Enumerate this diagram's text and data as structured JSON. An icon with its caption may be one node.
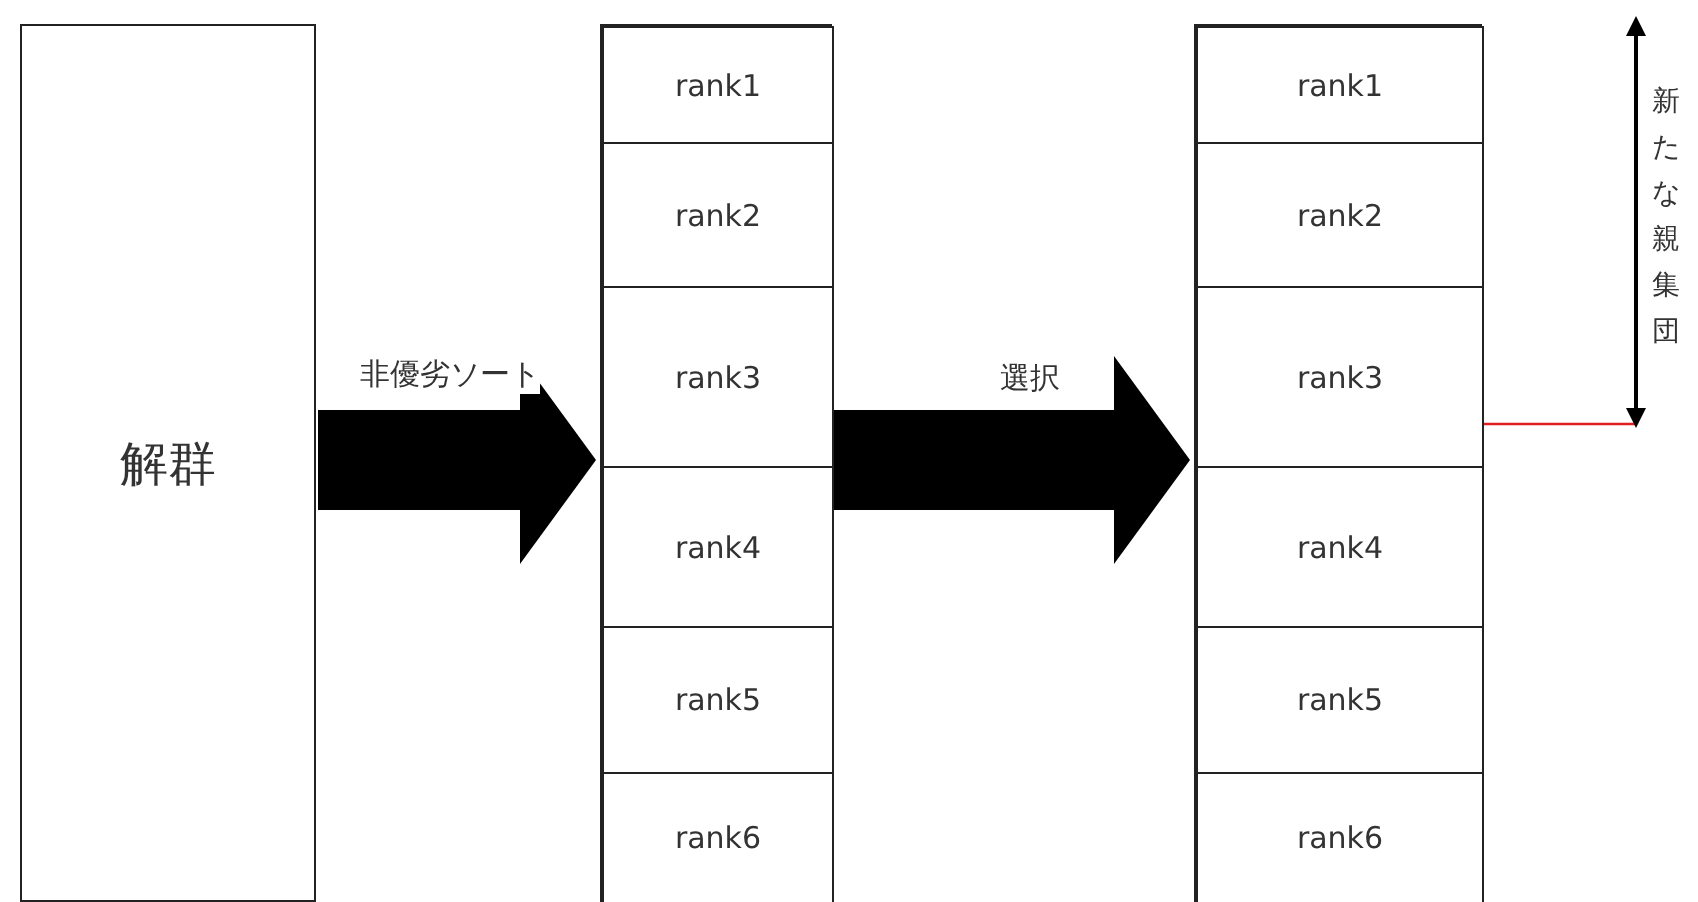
{
  "diagram": {
    "nodes": [
      {
        "text": [
          "解群"
        ]
      },
      {
        "text": [],
        "shape": "box"
      },
      {
        "text": [
          "rank1"
        ],
        "in": 1
      },
      {
        "text": [
          "rank2"
        ],
        "in": 1
      },
      {
        "text": [
          "rank3"
        ],
        "in": 1
      },
      {
        "text": [
          "rank4"
        ],
        "in": 1
      },
      {
        "text": [
          "rank5"
        ],
        "in": 1
      },
      {
        "text": [
          "rank6"
        ],
        "in": 1
      },
      {
        "text": [],
        "shape": "box"
      },
      {
        "text": [
          "rank1"
        ],
        "in": 8
      },
      {
        "text": [
          "rank2"
        ],
        "in": 8
      },
      {
        "text": [
          "rank3"
        ],
        "in": 8
      },
      {
        "text": [
          "rank4"
        ],
        "in": 8
      },
      {
        "text": [
          "rank5"
        ],
        "in": 8
      },
      {
        "text": [
          "rank6"
        ],
        "in": 8
      }
    ],
    "edges": [
      {
        "from": 0,
        "to": 1,
        "arrow": "to",
        "label": "非優劣ソート"
      },
      {
        "from": 1,
        "to": 8,
        "arrow": "to",
        "label": "選択"
      }
    ],
    "labels": [
      "新たな親集団"
    ]
  }
}
